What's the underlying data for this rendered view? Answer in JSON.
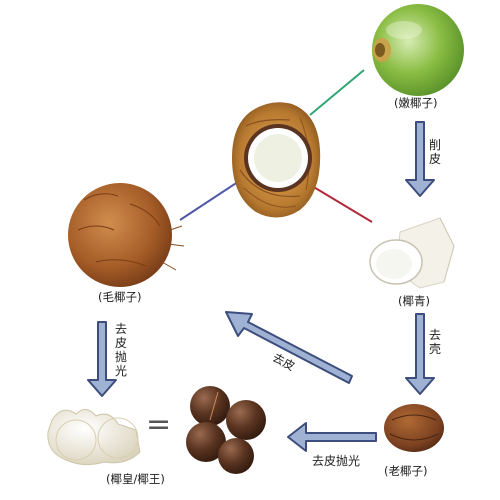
{
  "labels": {
    "young": "(嫩椰子)",
    "green": "(椰青)",
    "hairy": "(毛椰子)",
    "old": "(老椰子)",
    "king": "(椰皇/椰王)"
  },
  "steps": {
    "peel": "削皮",
    "shell": "去壳",
    "skin1": "去皮",
    "skin_polish": "去皮抛光",
    "skin_polish2": "去皮抛光"
  },
  "symbols": {
    "equals": "="
  },
  "colors": {
    "arrow": "#3d4e7e",
    "arrow_fill": "#9fb2d3",
    "line_green": "#2ea672",
    "line_blue": "#4f57a8",
    "line_red": "#b02a3a",
    "young_coconut": "#8bbd44",
    "husk_brown": "#a55c27",
    "nut_brown": "#5a3420"
  }
}
